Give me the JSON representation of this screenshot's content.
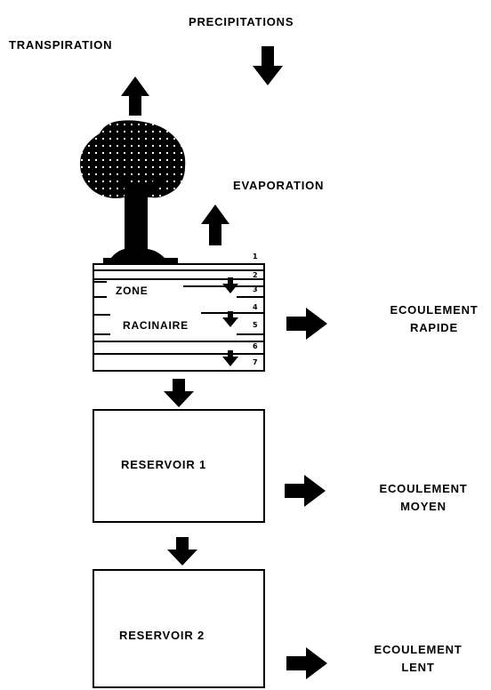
{
  "labels": {
    "precipitations": "PRECIPITATIONS",
    "transpiration": "TRANSPIRATION",
    "evaporation": "EVAPORATION",
    "zone": "ZONE",
    "racinaire": "RACINAIRE",
    "reservoir1": "RESERVOIR 1",
    "reservoir2": "RESERVOIR 2",
    "ecoulement_rapide_l1": "ECOULEMENT",
    "ecoulement_rapide_l2": "RAPIDE",
    "ecoulement_moyen_l1": "ECOULEMENT",
    "ecoulement_moyen_l2": "MOYEN",
    "ecoulement_lent_l1": "ECOULEMENT",
    "ecoulement_lent_l2": "LENT"
  },
  "layers": [
    "1",
    "2",
    "3",
    "4",
    "5",
    "6",
    "7"
  ],
  "colors": {
    "ink": "#000000",
    "paper": "#ffffff"
  }
}
